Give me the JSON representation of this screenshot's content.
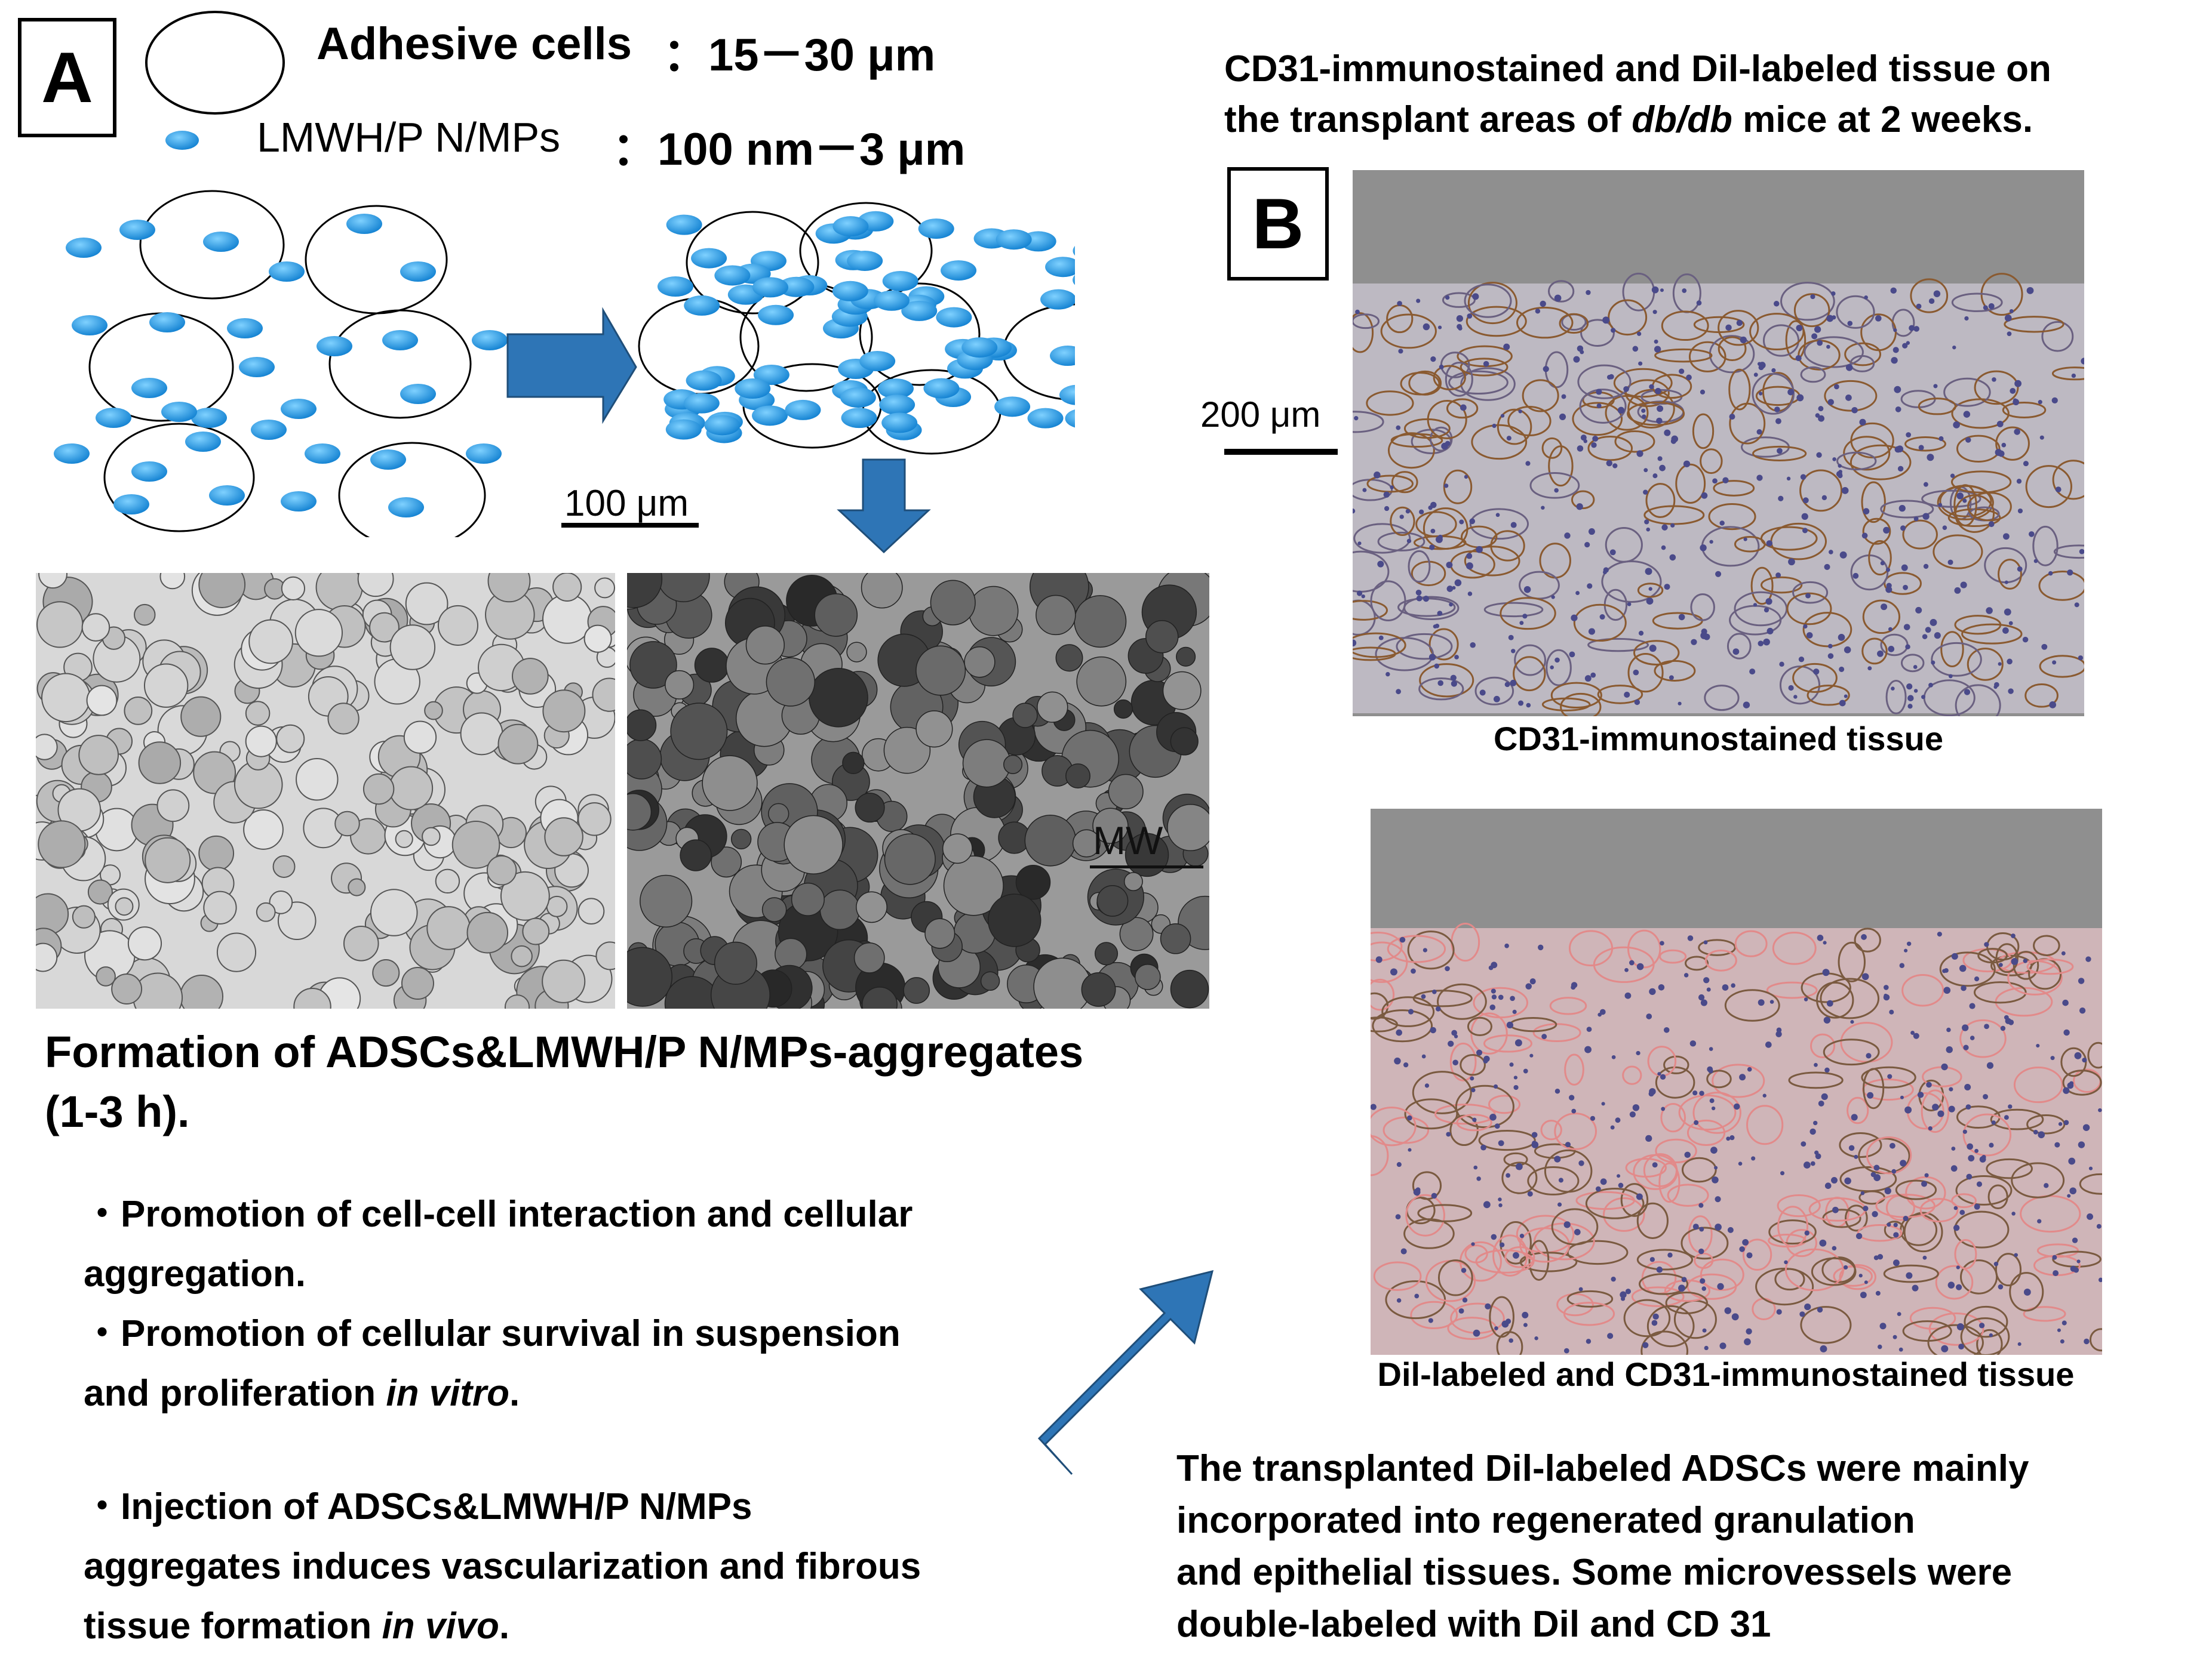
{
  "panel_a": {
    "label": "A",
    "legend": {
      "cells_name": "Adhesive cells",
      "cells_size": "：15－30 μm",
      "particles_name": "LMWH/P N/MPs",
      "particles_size": "：100 nm－3 μm"
    },
    "scale_bar_label": "100 μm",
    "micrograph_label": "MW",
    "formation_title": "Formation of ADSCs&LMWH/P N/MPs-aggregates",
    "formation_time": "(1-3 h).",
    "bullets": [
      {
        "lines": [
          "・Promotion of cell-cell interaction and cellular",
          "aggregation."
        ]
      },
      {
        "pre": "・Promotion of cellular survival in suspension",
        "line2": "and  proliferation ",
        "italic": "in vitro",
        "post": "."
      },
      {
        "pre": "・Injection of ADSCs&LMWH/P N/MPs",
        "line2": "aggregates induces vascularization and fibrous",
        "line3": "tissue formation ",
        "italic": "in vivo",
        "post": "."
      }
    ]
  },
  "panel_b": {
    "label": "B",
    "title_line1": "CD31-immunostained and Dil-labeled tissue on",
    "title_line2_pre": "the transplant areas of ",
    "title_line2_italic": "db/db",
    "title_line2_post": " mice at 2 weeks.",
    "scale_bar_label": "200 μm",
    "caption_top": "CD31-immunostained tissue",
    "caption_bottom": "Dil-labeled  and CD31-immunostained tissue",
    "conclusion": [
      "The transplanted Dil-labeled ADSCs were mainly",
      "incorporated into regenerated granulation",
      "and epithelial tissues. Some microvessels were",
      "double-labeled with Dil and CD 31"
    ]
  },
  "colors": {
    "particle": "#1e90e0",
    "arrow": "#2e75b6",
    "micro_bright": "#d9d9d9",
    "micro_dark": "#6e6e6e",
    "tissue_stain": "#b59a8a",
    "tissue_pink": "#d9a2a0"
  }
}
